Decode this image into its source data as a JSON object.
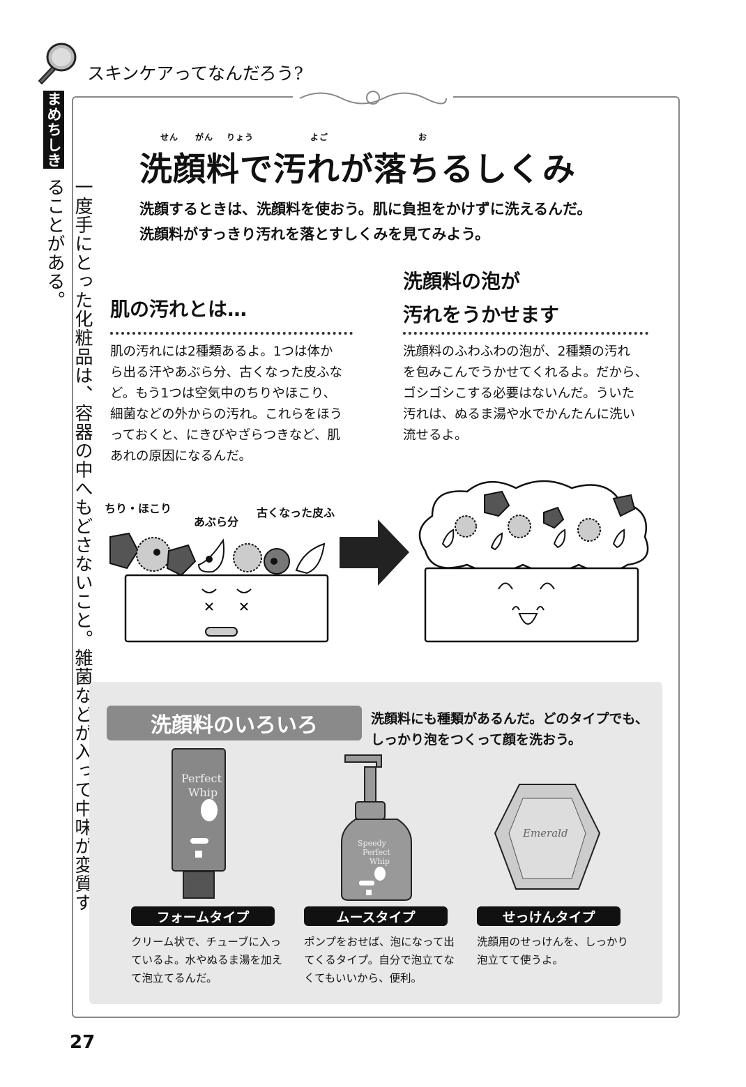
{
  "header": {
    "section_title": "スキンケアってなんだろう?"
  },
  "sidebar": {
    "badge": "まめちしき",
    "tip": "一度手にとった化粧品は、容器の中へもどさないこと。雑菌などが入って中味が変質することがある。"
  },
  "main": {
    "title": "洗顔料で汚れが落ちるしくみ",
    "title_ruby": [
      "せん",
      "がん",
      "りょう",
      "よご",
      "お"
    ],
    "intro": [
      "洗顔するときは、洗顔料を使おう。肌に負担をかけずに洗えるんだ。",
      "洗顔料がすっきり汚れを落とすしくみを見てみよう。"
    ],
    "left": {
      "heading": "肌の汚れとは…",
      "body": [
        "肌の汚れには2種類あるよ。1つは体か",
        "ら出る汗やあぶら分、古くなった皮ふな",
        "ど。もう1つは空気中のちりやほこり、",
        "細菌などの外からの汚れ。これらをほう",
        "っておくと、にきびやざらつきなど、肌",
        "あれの原因になるんだ。"
      ]
    },
    "right": {
      "heading": [
        "洗顔料の泡が",
        "汚れをうかせます"
      ],
      "body": [
        "洗顔料のふわふわの泡が、2種類の汚れ",
        "を包みこんでうかせてくれるよ。だから、",
        "ゴシゴシこする必要はないんだ。ういた",
        "汚れは、ぬるま湯や水でかんたんに洗い",
        "流せるよ。"
      ]
    },
    "illustration": {
      "labels": [
        "ちり・ほこり",
        "あぶら分",
        "古くなった皮ふ"
      ]
    }
  },
  "panel": {
    "title": "洗顔料のいろいろ",
    "intro": [
      "洗顔料にも種類があるんだ。どのタイプでも、",
      "しっかり泡をつくって顔を洗おう。"
    ],
    "types": [
      {
        "label": "フォームタイプ",
        "product": "Perfect Whip",
        "desc": "クリーム状で、チューブに入っているよ。水やぬるま湯を加えて泡立てるんだ。"
      },
      {
        "label": "ムースタイプ",
        "product": "Speedy Perfect Whip",
        "desc": "ポンプをおせば、泡になって出てくるタイプ。自分で泡立てなくてもいいから、便利。"
      },
      {
        "label": "せっけんタイプ",
        "product": "Emerald",
        "desc": "洗顔用のせっけんを、しっかり泡立てて使うよ。"
      }
    ]
  },
  "footer": {
    "page_number": "27"
  }
}
